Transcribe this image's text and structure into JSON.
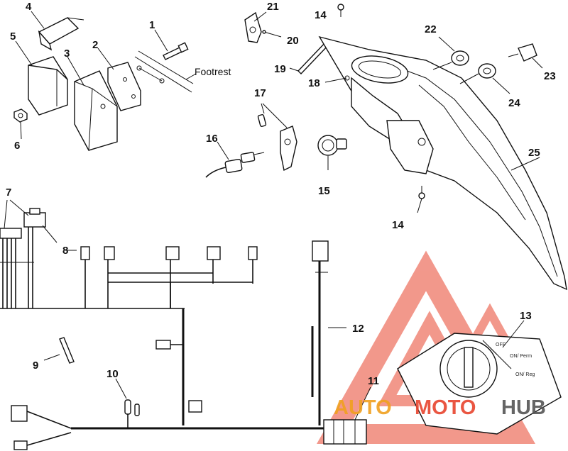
{
  "callouts": {
    "c1": "1",
    "c2": "2",
    "c3": "3",
    "c4": "4",
    "c5": "5",
    "c6": "6",
    "c7": "7",
    "c8": "8",
    "c9": "9",
    "c10": "10",
    "c11": "11",
    "c12": "12",
    "c13": "13",
    "c14a": "14",
    "c14b": "14",
    "c15": "15",
    "c16": "16",
    "c17": "17",
    "c18": "18",
    "c19": "19",
    "c20": "20",
    "c21": "21",
    "c22": "22",
    "c23": "23",
    "c24": "24",
    "c25": "25"
  },
  "labels": {
    "footrest": "Footrest",
    "switch_off": "OFF",
    "switch_on_perm": "ON/ Perm",
    "switch_on_reg": "ON/ Reg"
  },
  "watermark": {
    "word_a": "AUTO",
    "word_b": "MOTO",
    "word_c": "HUB",
    "color_red": "#e8442e",
    "color_orange": "#f0a020",
    "color_grey": "#555555"
  }
}
